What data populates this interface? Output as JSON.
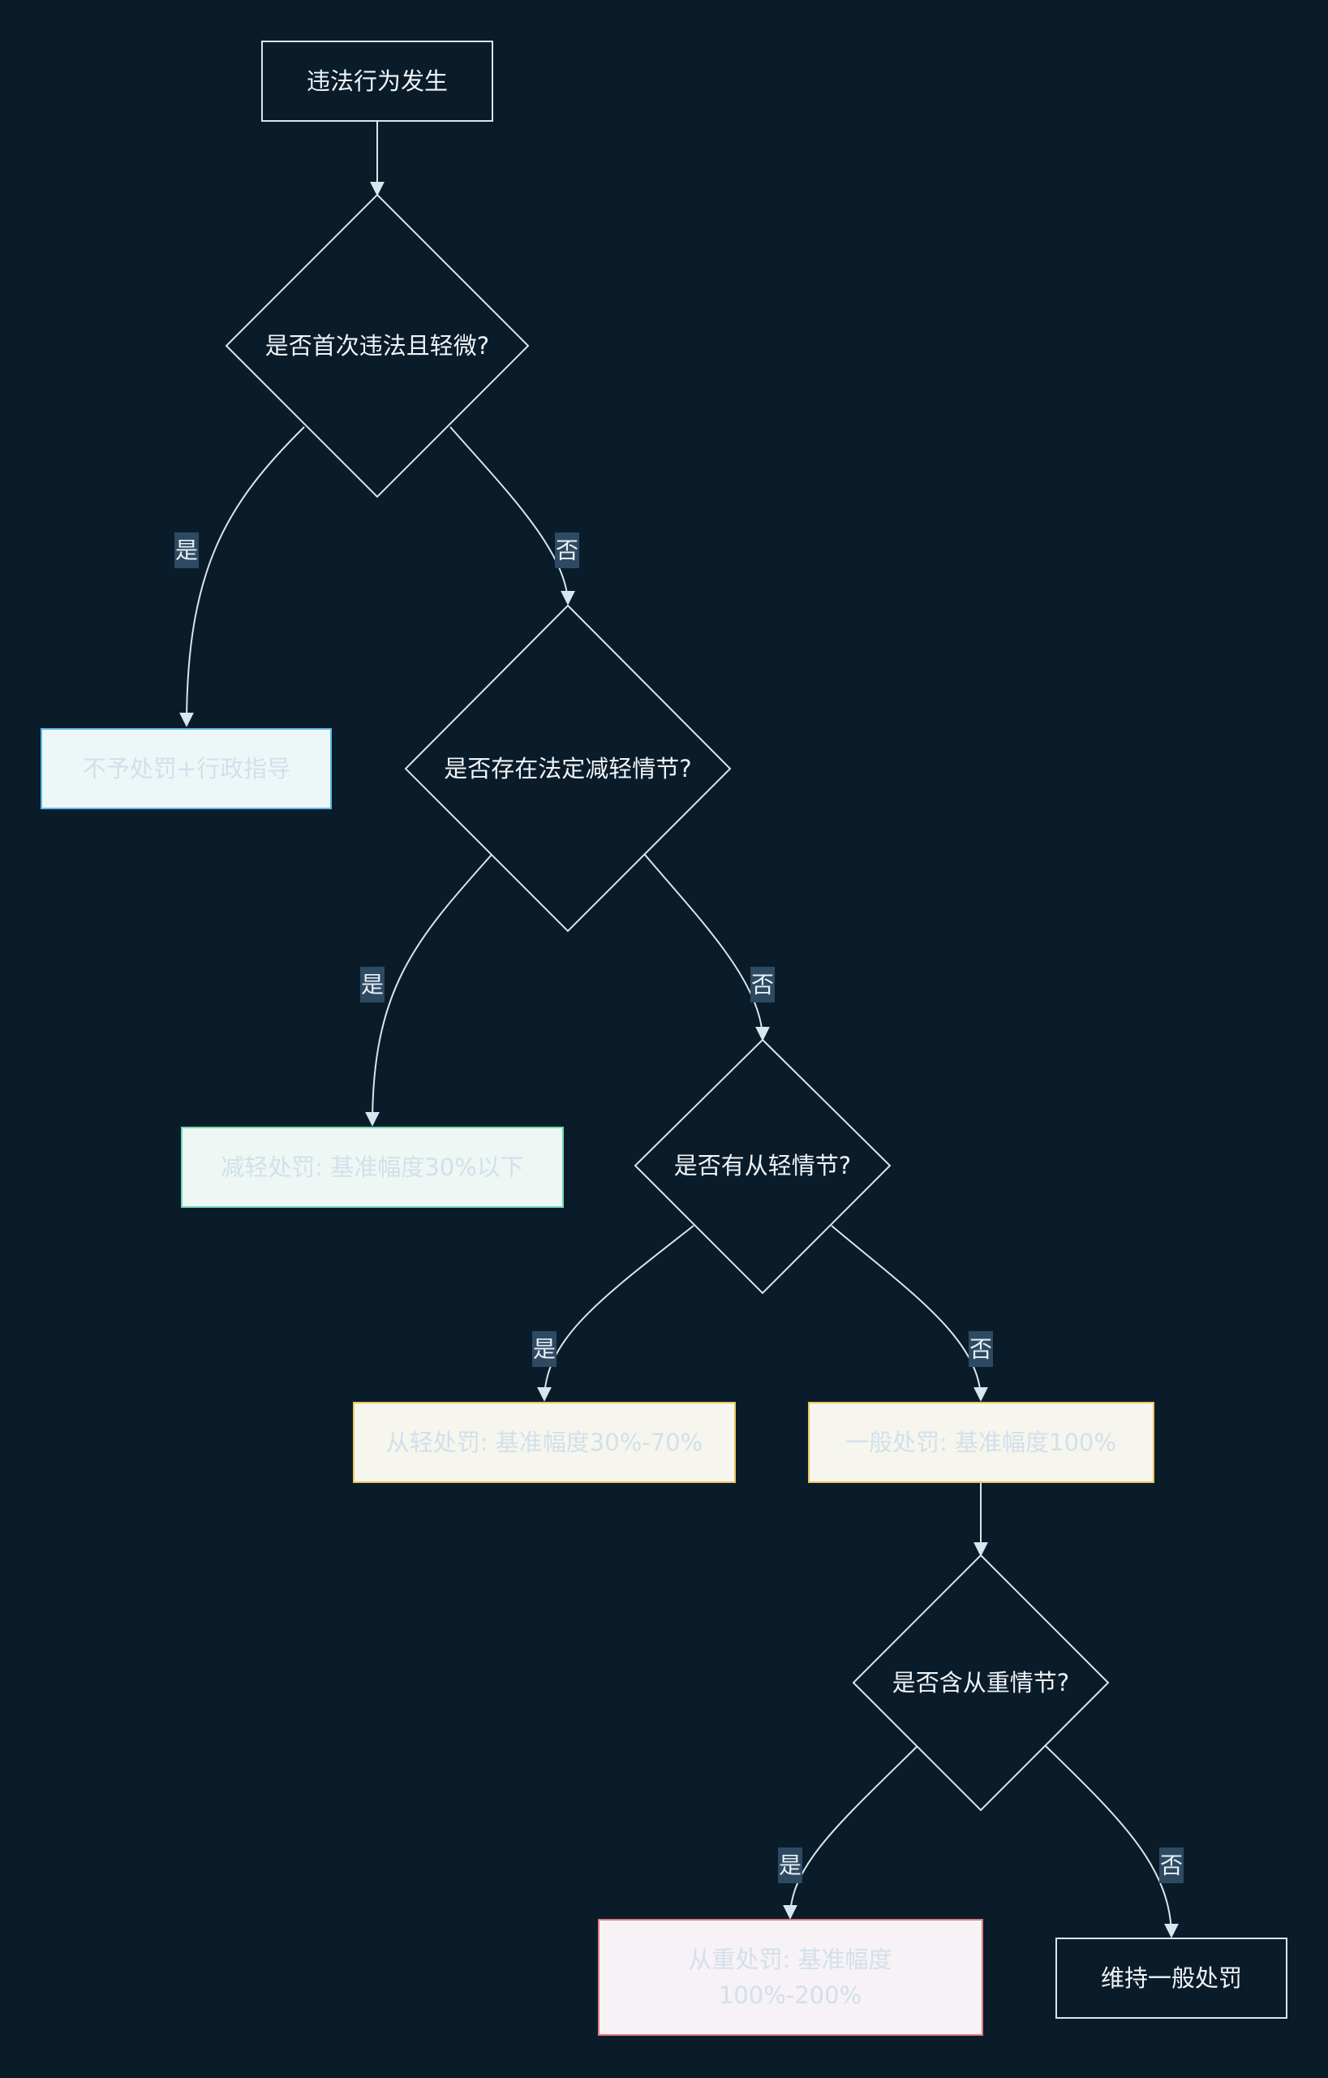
{
  "colors": {
    "background": "#0a1c2a",
    "line": "#d8e6ee",
    "label_bg": "#2e4a62",
    "no_penalty_fill": "#eef7f8",
    "no_penalty_border": "#5cb8e6",
    "mitigated_fill": "#eef7f4",
    "mitigated_border": "#6ed8b0",
    "lighter_fill": "#f6f6ee",
    "lighter_border": "#e8c860",
    "general_fill": "#f6f6ee",
    "general_border": "#e8c860",
    "heavier_fill": "#f6f2f6",
    "heavier_border": "#e07a80"
  },
  "nodes": {
    "start": "违法行为发生",
    "q1": "是否首次违法且轻微?",
    "no_penalty": "不予处罚+行政指导",
    "q2": "是否存在法定减轻情节?",
    "mitigated": "减轻处罚: 基准幅度30%以下",
    "q3": "是否有从轻情节?",
    "lighter": "从轻处罚: 基准幅度30%-70%",
    "general": "一般处罚: 基准幅度100%",
    "q4": "是否含从重情节?",
    "heavier_line1": "从重处罚: 基准幅度",
    "heavier_line2": "100%-200%",
    "keep_general": "维持一般处罚"
  },
  "edge_labels": {
    "yes": "是",
    "no": "否"
  }
}
